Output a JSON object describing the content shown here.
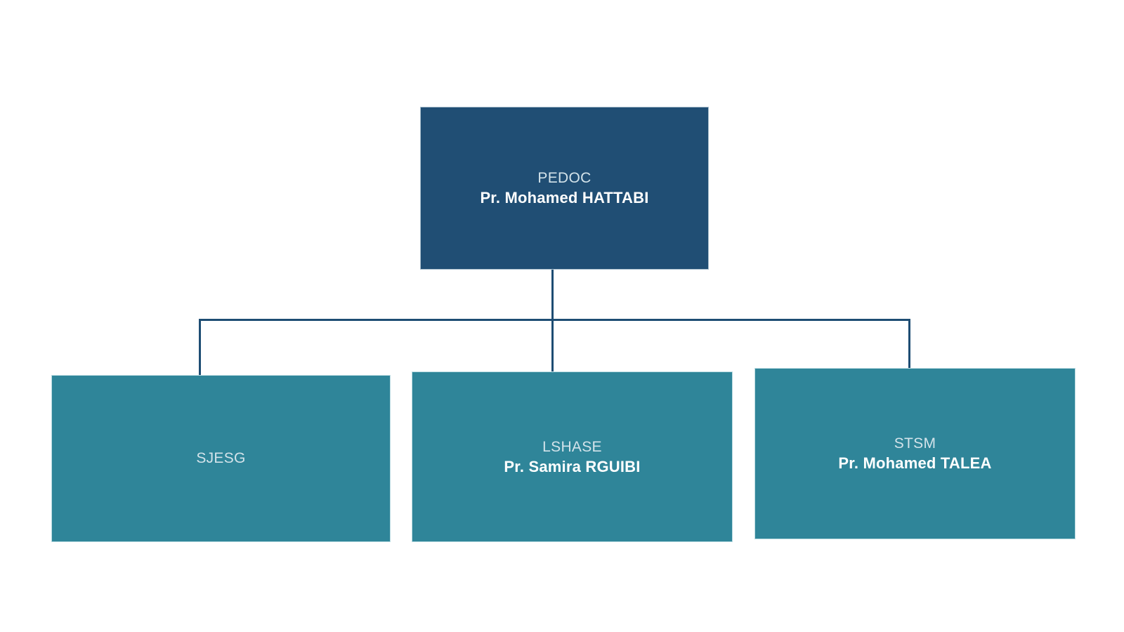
{
  "diagram": {
    "type": "org-chart",
    "root": {
      "abbr": "PEDOC",
      "head": "Pr. Mohamed HATTABI"
    },
    "children": [
      {
        "abbr": "SJESG",
        "head": ""
      },
      {
        "abbr": "LSHASE",
        "head": "Pr. Samira RGUIBI"
      },
      {
        "abbr": "STSM",
        "head": "Pr. Mohamed TALEA"
      }
    ]
  },
  "colors": {
    "root-fill": "#204e74",
    "root-border": "#a9bfcd",
    "child-fill": "#2f8599",
    "child-border": "#bcdce2",
    "connector": "#1e4d73",
    "title-text": "#d3e3ea",
    "name-text": "#ffffff"
  }
}
